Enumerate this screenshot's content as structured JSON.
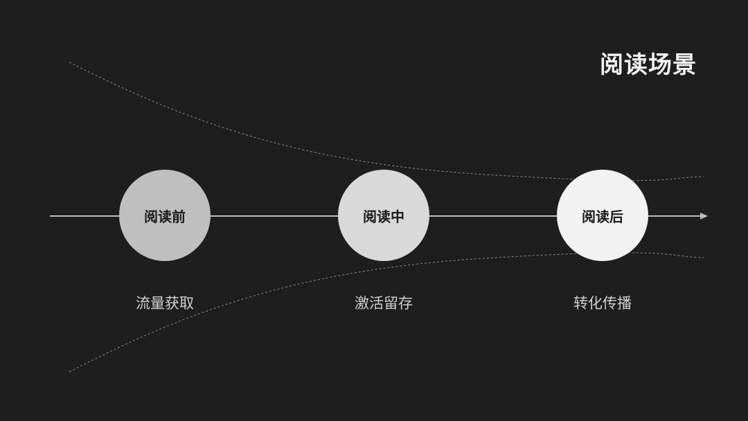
{
  "title": "阅读场景",
  "stages": [
    {
      "label": "阅读前",
      "caption": "流量获取"
    },
    {
      "label": "阅读中",
      "caption": "激活留存"
    },
    {
      "label": "阅读后",
      "caption": "转化传播"
    }
  ],
  "colors": {
    "background": "#1e1e1e",
    "title": "#f2f2f2",
    "caption": "#d0d0d0",
    "timeline": "#bdbdbd",
    "funnel_lines": "#8a8a8a",
    "stage_fills": [
      "#bfbfbf",
      "#d9d9d9",
      "#f2f2f2"
    ]
  },
  "icons": {
    "timeline_end": "arrow-right-icon"
  }
}
